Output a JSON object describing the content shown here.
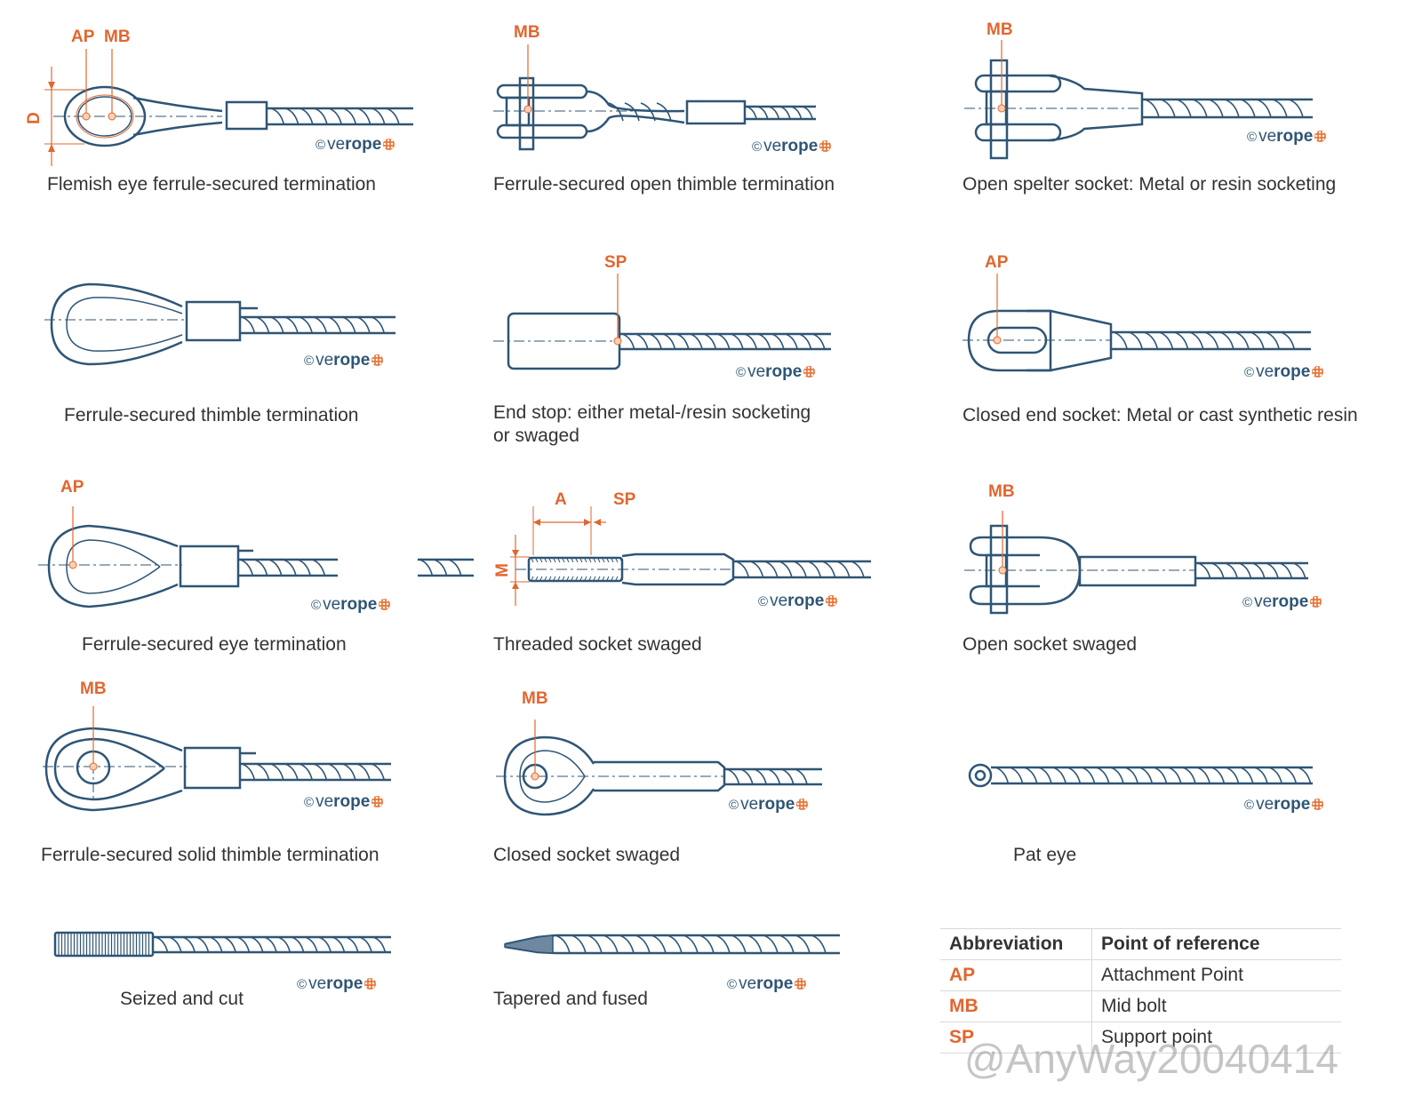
{
  "colors": {
    "rope": "#2f5575",
    "accent": "#e1662f",
    "text": "#333333"
  },
  "watermark": {
    "copyright": "©",
    "word_light": "ve",
    "word_bold": "rope"
  },
  "cells": [
    {
      "caption": "Flemish eye ferrule-secured termination",
      "labels": [
        "AP",
        "MB",
        "D"
      ]
    },
    {
      "caption": "Ferrule-secured open thimble termination",
      "labels": [
        "MB"
      ]
    },
    {
      "caption": "Open spelter socket: Metal or resin socketing",
      "labels": [
        "MB"
      ]
    },
    {
      "caption": "Ferrule-secured thimble termination",
      "labels": []
    },
    {
      "caption": "End stop: either metal-/resin socketing",
      "caption2": "or swaged",
      "labels": [
        "SP"
      ]
    },
    {
      "caption": "Closed end socket: Metal or cast synthetic resin",
      "labels": [
        "AP"
      ]
    },
    {
      "caption": "Ferrule-secured eye termination",
      "labels": [
        "AP"
      ]
    },
    {
      "caption": "Threaded socket swaged",
      "labels": [
        "A",
        "SP",
        "M"
      ]
    },
    {
      "caption": "Open socket swaged",
      "labels": [
        "MB"
      ]
    },
    {
      "caption": "Ferrule-secured solid thimble termination",
      "labels": [
        "MB"
      ]
    },
    {
      "caption": "Closed socket swaged",
      "labels": [
        "MB"
      ]
    },
    {
      "caption": "Pat eye",
      "labels": []
    },
    {
      "caption": "Seized and cut",
      "labels": []
    },
    {
      "caption": "Tapered and fused",
      "labels": []
    }
  ],
  "legend": {
    "headers": [
      "Abbreviation",
      "Point of reference"
    ],
    "rows": [
      {
        "abbr": "AP",
        "ref": "Attachment Point"
      },
      {
        "abbr": "MB",
        "ref": "Mid bolt"
      },
      {
        "abbr": "SP",
        "ref": "Support point"
      }
    ]
  },
  "overlay_watermark": "@AnyWay20040414"
}
